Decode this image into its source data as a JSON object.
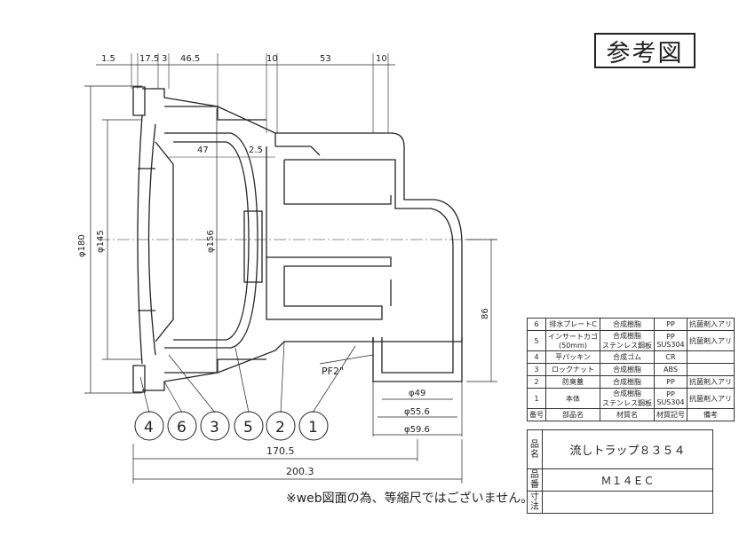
{
  "title_badge": "参考図",
  "top_dims": [
    "1.5",
    "17.5",
    "3",
    "46.5",
    "10",
    "53",
    "10"
  ],
  "inner_dims": {
    "d47": "47",
    "d2_5": "2.5"
  },
  "diameters": {
    "d180": "φ180",
    "d145": "φ145",
    "d156": "φ156"
  },
  "height_86": "86",
  "thread": "PF2\"",
  "outlet_dims": [
    "φ49",
    "φ55.6",
    "φ59.6"
  ],
  "bottom_dims": [
    "170.5",
    "200.3"
  ],
  "callouts": [
    "4",
    "6",
    "3",
    "5",
    "2",
    "1"
  ],
  "parts_header": [
    "番号",
    "部品名",
    "材質名",
    "材質記号",
    "備考"
  ],
  "parts_rows": [
    {
      "no": "6",
      "name": "排水プレートC",
      "material": "合成樹脂",
      "code": "PP",
      "remark": "抗菌剤入アリ"
    },
    {
      "no": "5",
      "name": "インサートカゴ",
      "name2": "(50mm)",
      "material": "合成樹脂",
      "material2": "ステンレス鋼板",
      "code": "PP",
      "code2": "SUS304",
      "remark": "抗菌剤入アリ"
    },
    {
      "no": "4",
      "name": "平パッキン",
      "material": "合成ゴム",
      "code": "CR",
      "remark": ""
    },
    {
      "no": "3",
      "name": "ロックナット",
      "material": "合成樹脂",
      "code": "ABS",
      "remark": ""
    },
    {
      "no": "2",
      "name": "防臭蓋",
      "material": "合成樹脂",
      "code": "PP",
      "remark": "抗菌剤入アリ"
    },
    {
      "no": "1",
      "name": "本体",
      "material": "合成樹脂",
      "material2": "ステンレス鋼板",
      "code": "PP",
      "code2": "SUS304",
      "remark": "抗菌剤入アリ"
    }
  ],
  "product": {
    "name_label": "品名",
    "name": "流しトラップ８３５４",
    "number_label": "品番",
    "number": "Ｍ１４ＥＣ",
    "dims_label": "寸法"
  },
  "note": "※web図面の為、等縮尺ではございません。"
}
